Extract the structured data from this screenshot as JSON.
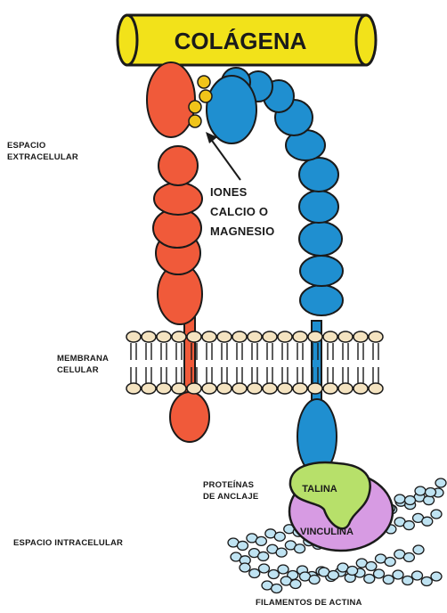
{
  "title": "COLÁGENA",
  "labels": {
    "extracellular_line1": "ESPACIO",
    "extracellular_line2": "EXTRACELULAR",
    "ions_line1": "IONES",
    "ions_line2": "CALCIO O",
    "ions_line3": "MAGNESIO",
    "membrane_line1": "MEMBRANA",
    "membrane_line2": "CELULAR",
    "anchor_line1": "PROTEÍNAS",
    "anchor_line2": "DE ANCLAJE",
    "talina": "TALINA",
    "vinculina": "VINCULINA",
    "intracellular": "ESPACIO INTRACELULAR",
    "actin": "FILAMENTOS DE ACTINA"
  },
  "colors": {
    "collagen": "#f2e21a",
    "red_chain": "#f05a3a",
    "blue_chain": "#1f8fd0",
    "ions": "#f0c419",
    "membrane_head": "#f4e3c0",
    "talina": "#b7e06a",
    "vinculina": "#d79be3",
    "actin": "#bfe3f2",
    "outline": "#1a1a1a"
  }
}
